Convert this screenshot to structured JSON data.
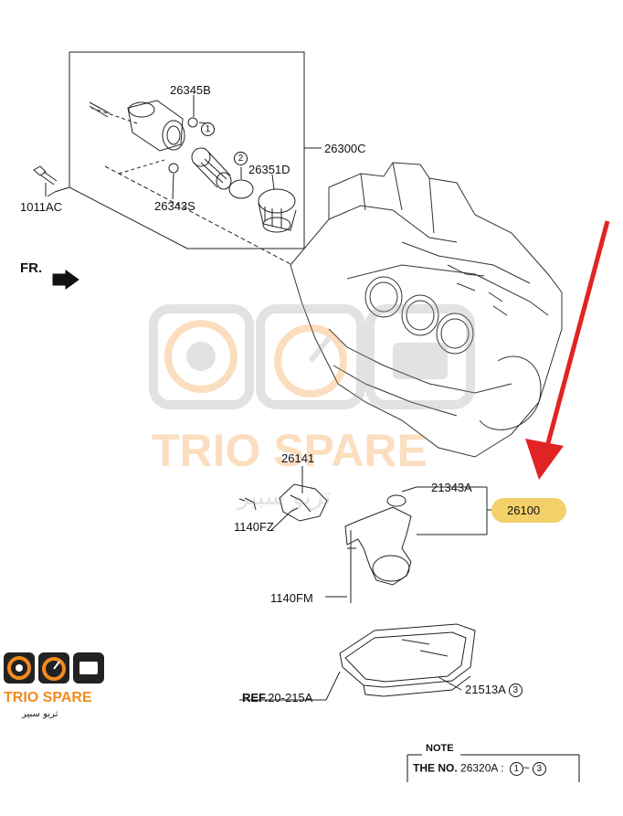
{
  "labels": {
    "p26345B": "26345B",
    "p26300C": "26300C",
    "p26351D": "26351D",
    "p26343S": "26343S",
    "p1011AC": "1011AC",
    "fr": "FR.",
    "p26141": "26141",
    "p21343A": "21343A",
    "p26100": "26100",
    "p1140FZ": "1140FZ",
    "p1140FM": "1140FM",
    "ref_prefix": "REF.",
    "ref_value": "20-215A",
    "p21513A": "21513A",
    "c1": "1",
    "c2": "2",
    "c3": "3"
  },
  "note": {
    "title": "NOTE",
    "prefix": "THE NO.",
    "text": "26320A",
    "range_from": "1",
    "range_sep": "~",
    "range_to": "3"
  },
  "watermark": {
    "brand": "TRIO SPARE",
    "arabic": "تريو سبير"
  },
  "logo": {
    "brand": "TRIO SPARE",
    "arabic": "تريو سبير"
  },
  "colors": {
    "highlight": "#f3d06a",
    "arrow": "#e02424",
    "brand_orange": "#f28a1e",
    "line": "#222222"
  }
}
